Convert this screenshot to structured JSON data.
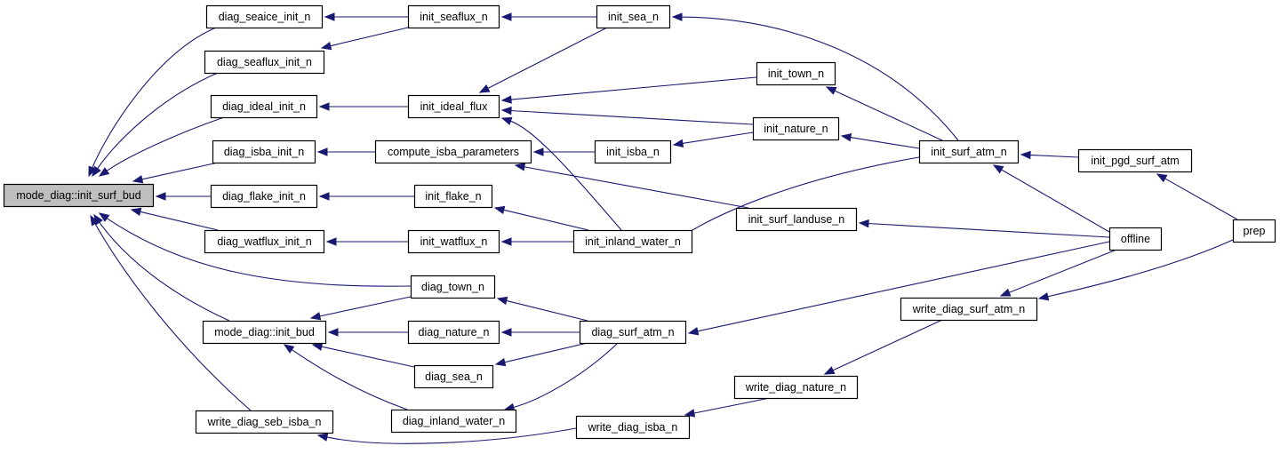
{
  "diagram": {
    "type": "caller-graph",
    "root": "mode_diag_init_surf_bud",
    "colors": {
      "edge": "#191970",
      "root_fill": "#bfbfbf",
      "node_fill": "#ffffff",
      "node_border": "#000000",
      "background": "#ffffff"
    },
    "nodes": [
      {
        "id": "mode_diag_init_surf_bud",
        "label": "mode_diag::init_surf_bud",
        "root": true
      },
      {
        "id": "diag_seaice_init_n",
        "label": "diag_seaice_init_n"
      },
      {
        "id": "diag_seaflux_init_n",
        "label": "diag_seaflux_init_n"
      },
      {
        "id": "diag_ideal_init_n",
        "label": "diag_ideal_init_n"
      },
      {
        "id": "diag_isba_init_n",
        "label": "diag_isba_init_n"
      },
      {
        "id": "diag_flake_init_n",
        "label": "diag_flake_init_n"
      },
      {
        "id": "diag_watflux_init_n",
        "label": "diag_watflux_init_n"
      },
      {
        "id": "mode_diag_init_bud",
        "label": "mode_diag::init_bud"
      },
      {
        "id": "write_diag_seb_isba_n",
        "label": "write_diag_seb_isba_n"
      },
      {
        "id": "init_seaflux_n",
        "label": "init_seaflux_n"
      },
      {
        "id": "init_ideal_flux",
        "label": "init_ideal_flux"
      },
      {
        "id": "compute_isba_parameters",
        "label": "compute_isba_parameters"
      },
      {
        "id": "init_flake_n",
        "label": "init_flake_n"
      },
      {
        "id": "init_watflux_n",
        "label": "init_watflux_n"
      },
      {
        "id": "diag_town_n",
        "label": "diag_town_n"
      },
      {
        "id": "diag_nature_n",
        "label": "diag_nature_n"
      },
      {
        "id": "diag_sea_n",
        "label": "diag_sea_n"
      },
      {
        "id": "diag_inland_water_n",
        "label": "diag_inland_water_n"
      },
      {
        "id": "init_sea_n",
        "label": "init_sea_n"
      },
      {
        "id": "init_isba_n",
        "label": "init_isba_n"
      },
      {
        "id": "init_inland_water_n",
        "label": "init_inland_water_n"
      },
      {
        "id": "diag_surf_atm_n",
        "label": "diag_surf_atm_n"
      },
      {
        "id": "write_diag_isba_n",
        "label": "write_diag_isba_n"
      },
      {
        "id": "init_town_n",
        "label": "init_town_n"
      },
      {
        "id": "init_nature_n",
        "label": "init_nature_n"
      },
      {
        "id": "init_surf_landuse_n",
        "label": "init_surf_landuse_n"
      },
      {
        "id": "write_diag_nature_n",
        "label": "write_diag_nature_n"
      },
      {
        "id": "init_surf_atm_n",
        "label": "init_surf_atm_n"
      },
      {
        "id": "write_diag_surf_atm_n",
        "label": "write_diag_surf_atm_n"
      },
      {
        "id": "init_pgd_surf_atm",
        "label": "init_pgd_surf_atm"
      },
      {
        "id": "offline",
        "label": "offline"
      },
      {
        "id": "prep",
        "label": "prep"
      }
    ],
    "edges": [
      {
        "from": "diag_seaice_init_n",
        "to": "mode_diag_init_surf_bud"
      },
      {
        "from": "diag_seaflux_init_n",
        "to": "mode_diag_init_surf_bud"
      },
      {
        "from": "diag_ideal_init_n",
        "to": "mode_diag_init_surf_bud"
      },
      {
        "from": "diag_isba_init_n",
        "to": "mode_diag_init_surf_bud"
      },
      {
        "from": "diag_flake_init_n",
        "to": "mode_diag_init_surf_bud"
      },
      {
        "from": "diag_watflux_init_n",
        "to": "mode_diag_init_surf_bud"
      },
      {
        "from": "diag_town_n",
        "to": "mode_diag_init_surf_bud"
      },
      {
        "from": "mode_diag_init_bud",
        "to": "mode_diag_init_surf_bud"
      },
      {
        "from": "write_diag_seb_isba_n",
        "to": "mode_diag_init_surf_bud"
      },
      {
        "from": "init_seaflux_n",
        "to": "diag_seaice_init_n"
      },
      {
        "from": "init_seaflux_n",
        "to": "diag_seaflux_init_n"
      },
      {
        "from": "init_ideal_flux",
        "to": "diag_ideal_init_n"
      },
      {
        "from": "compute_isba_parameters",
        "to": "diag_isba_init_n"
      },
      {
        "from": "init_flake_n",
        "to": "diag_flake_init_n"
      },
      {
        "from": "init_watflux_n",
        "to": "diag_watflux_init_n"
      },
      {
        "from": "diag_town_n",
        "to": "mode_diag_init_bud"
      },
      {
        "from": "diag_nature_n",
        "to": "mode_diag_init_bud"
      },
      {
        "from": "diag_sea_n",
        "to": "mode_diag_init_bud"
      },
      {
        "from": "diag_inland_water_n",
        "to": "mode_diag_init_bud"
      },
      {
        "from": "init_sea_n",
        "to": "init_seaflux_n"
      },
      {
        "from": "init_sea_n",
        "to": "init_ideal_flux"
      },
      {
        "from": "init_town_n",
        "to": "init_ideal_flux"
      },
      {
        "from": "init_nature_n",
        "to": "init_ideal_flux"
      },
      {
        "from": "init_inland_water_n",
        "to": "init_ideal_flux"
      },
      {
        "from": "init_isba_n",
        "to": "compute_isba_parameters"
      },
      {
        "from": "init_surf_landuse_n",
        "to": "compute_isba_parameters"
      },
      {
        "from": "init_inland_water_n",
        "to": "init_flake_n"
      },
      {
        "from": "init_inland_water_n",
        "to": "init_watflux_n"
      },
      {
        "from": "diag_surf_atm_n",
        "to": "diag_town_n"
      },
      {
        "from": "diag_surf_atm_n",
        "to": "diag_nature_n"
      },
      {
        "from": "diag_surf_atm_n",
        "to": "diag_sea_n"
      },
      {
        "from": "diag_surf_atm_n",
        "to": "diag_inland_water_n"
      },
      {
        "from": "write_diag_isba_n",
        "to": "write_diag_seb_isba_n"
      },
      {
        "from": "init_nature_n",
        "to": "init_isba_n"
      },
      {
        "from": "init_surf_atm_n",
        "to": "init_sea_n"
      },
      {
        "from": "init_surf_atm_n",
        "to": "init_town_n"
      },
      {
        "from": "init_surf_atm_n",
        "to": "init_nature_n"
      },
      {
        "from": "init_surf_atm_n",
        "to": "init_inland_water_n"
      },
      {
        "from": "offline",
        "to": "init_surf_landuse_n"
      },
      {
        "from": "offline",
        "to": "diag_surf_atm_n"
      },
      {
        "from": "write_diag_nature_n",
        "to": "write_diag_isba_n"
      },
      {
        "from": "write_diag_surf_atm_n",
        "to": "write_diag_nature_n"
      },
      {
        "from": "init_pgd_surf_atm",
        "to": "init_surf_atm_n"
      },
      {
        "from": "offline",
        "to": "init_surf_atm_n"
      },
      {
        "from": "offline",
        "to": "write_diag_surf_atm_n"
      },
      {
        "from": "prep",
        "to": "init_pgd_surf_atm"
      },
      {
        "from": "prep",
        "to": "write_diag_surf_atm_n"
      }
    ]
  }
}
